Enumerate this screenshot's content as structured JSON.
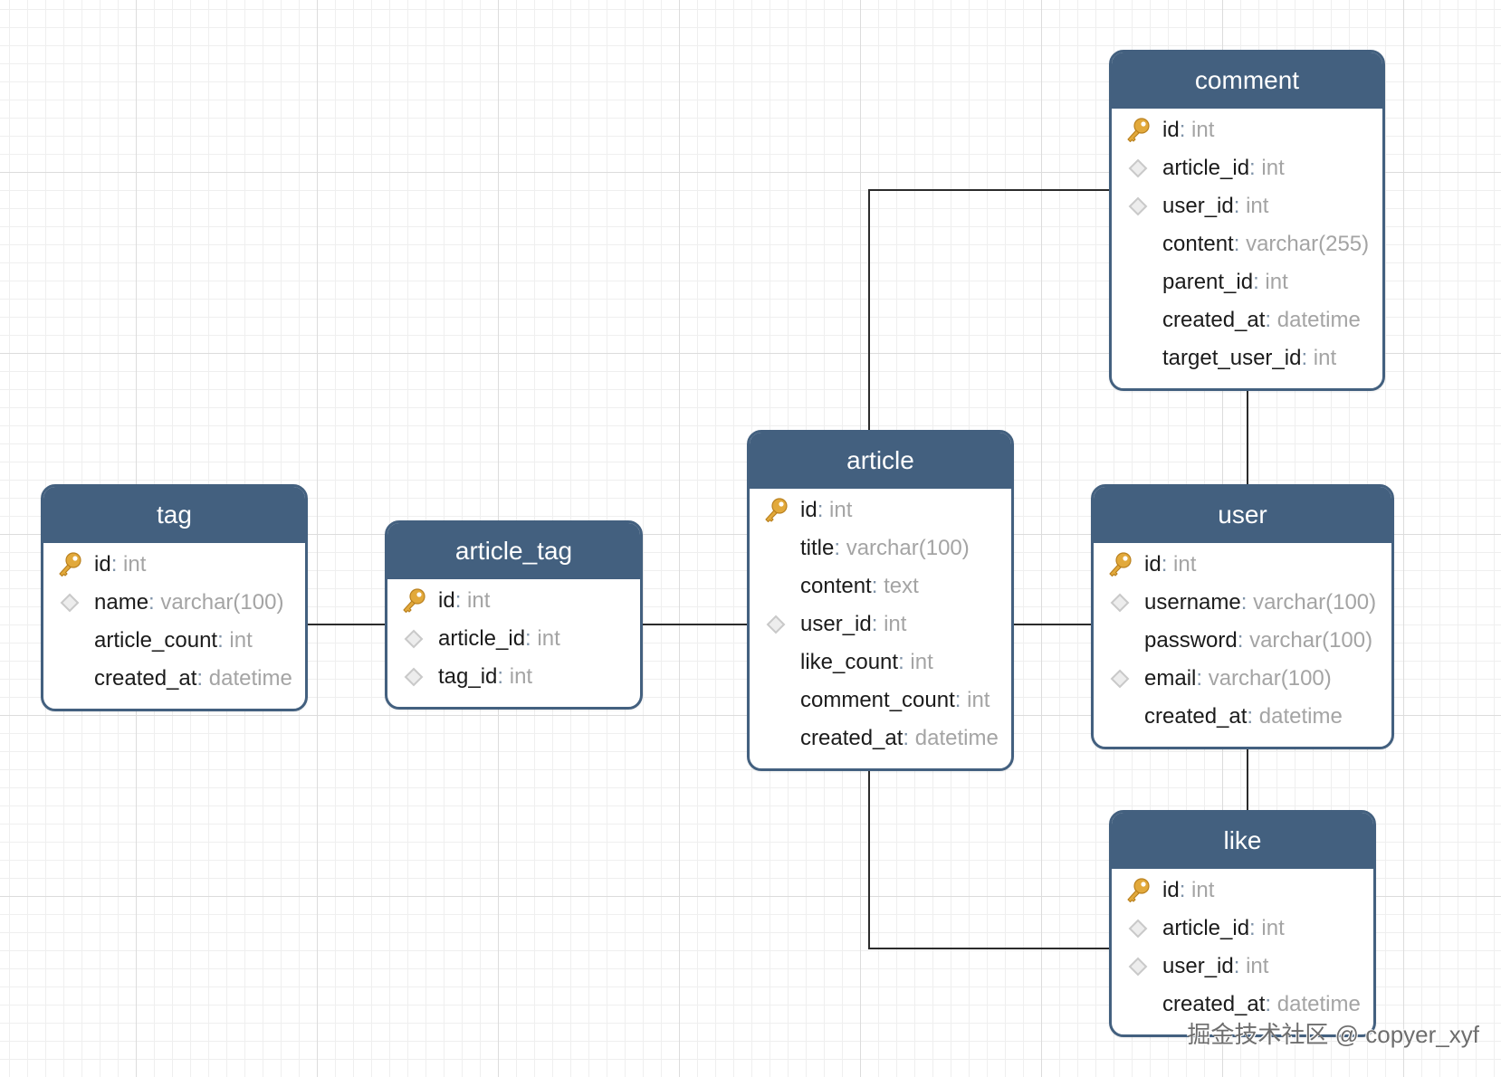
{
  "tables": [
    {
      "id": "tag",
      "title": "tag",
      "fields": [
        {
          "name": "id",
          "type": "int",
          "icon": "primary-key-icon"
        },
        {
          "name": "name",
          "type": "varchar(100)",
          "icon": "index-diamond-icon"
        },
        {
          "name": "article_count",
          "type": "int",
          "icon": ""
        },
        {
          "name": "created_at",
          "type": "datetime",
          "icon": ""
        }
      ]
    },
    {
      "id": "article_tag",
      "title": "article_tag",
      "fields": [
        {
          "name": "id",
          "type": "int",
          "icon": "primary-key-icon"
        },
        {
          "name": "article_id",
          "type": "int",
          "icon": "index-diamond-icon"
        },
        {
          "name": "tag_id",
          "type": "int",
          "icon": "index-diamond-icon"
        }
      ]
    },
    {
      "id": "article",
      "title": "article",
      "fields": [
        {
          "name": "id",
          "type": "int",
          "icon": "primary-key-icon"
        },
        {
          "name": "title",
          "type": "varchar(100)",
          "icon": ""
        },
        {
          "name": "content",
          "type": "text",
          "icon": ""
        },
        {
          "name": "user_id",
          "type": "int",
          "icon": "index-diamond-icon"
        },
        {
          "name": "like_count",
          "type": "int",
          "icon": ""
        },
        {
          "name": "comment_count",
          "type": "int",
          "icon": ""
        },
        {
          "name": "created_at",
          "type": "datetime",
          "icon": ""
        }
      ]
    },
    {
      "id": "comment",
      "title": "comment",
      "fields": [
        {
          "name": "id",
          "type": "int",
          "icon": "primary-key-icon"
        },
        {
          "name": "article_id",
          "type": "int",
          "icon": "index-diamond-icon"
        },
        {
          "name": "user_id",
          "type": "int",
          "icon": "index-diamond-icon"
        },
        {
          "name": "content",
          "type": "varchar(255)",
          "icon": ""
        },
        {
          "name": "parent_id",
          "type": "int",
          "icon": ""
        },
        {
          "name": "created_at",
          "type": "datetime",
          "icon": ""
        },
        {
          "name": "target_user_id",
          "type": "int",
          "icon": ""
        }
      ]
    },
    {
      "id": "user",
      "title": "user",
      "fields": [
        {
          "name": "id",
          "type": "int",
          "icon": "primary-key-icon"
        },
        {
          "name": "username",
          "type": "varchar(100)",
          "icon": "index-diamond-icon"
        },
        {
          "name": "password",
          "type": "varchar(100)",
          "icon": ""
        },
        {
          "name": "email",
          "type": "varchar(100)",
          "icon": "index-diamond-icon"
        },
        {
          "name": "created_at",
          "type": "datetime",
          "icon": ""
        }
      ]
    },
    {
      "id": "like",
      "title": "like",
      "fields": [
        {
          "name": "id",
          "type": "int",
          "icon": "primary-key-icon"
        },
        {
          "name": "article_id",
          "type": "int",
          "icon": "index-diamond-icon"
        },
        {
          "name": "user_id",
          "type": "int",
          "icon": "index-diamond-icon"
        },
        {
          "name": "created_at",
          "type": "datetime",
          "icon": ""
        }
      ]
    }
  ],
  "relationships": [
    {
      "from": "tag",
      "to": "article_tag"
    },
    {
      "from": "article_tag",
      "to": "article"
    },
    {
      "from": "article",
      "to": "user"
    },
    {
      "from": "article",
      "to": "comment"
    },
    {
      "from": "comment",
      "to": "user"
    },
    {
      "from": "user",
      "to": "like"
    },
    {
      "from": "article",
      "to": "like"
    }
  ],
  "separator": ": ",
  "watermark": "掘金技术社区 @ copyer_xyf",
  "colors": {
    "header": "#43607f",
    "field_name": "#1b1b1b",
    "field_type": "#a4a4a4",
    "key_icon": "#e2a93b",
    "diamond_icon": "#c9c9c9",
    "link_line": "#2b2b2b"
  }
}
